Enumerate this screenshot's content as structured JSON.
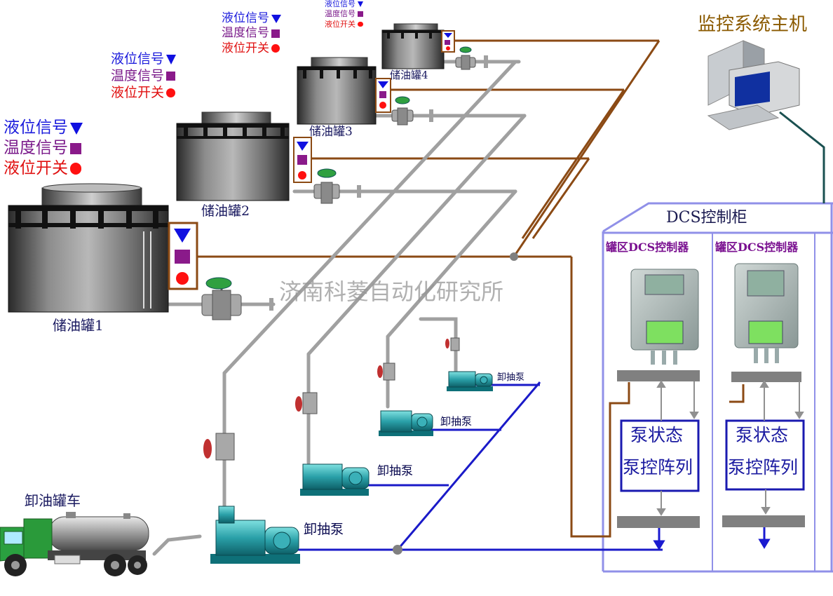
{
  "title_host": "监控系统主机",
  "cabinet_title": "DCS控制柜",
  "controllers": [
    {
      "title": "罐区DCS控制器",
      "box_line1": "泵状态",
      "box_line2": "泵控阵列"
    },
    {
      "title": "罐区DCS控制器",
      "box_line1": "泵状态",
      "box_line2": "泵控阵列"
    }
  ],
  "tanks": [
    {
      "label": "储油罐1"
    },
    {
      "label": "储油罐2"
    },
    {
      "label": "储油罐3"
    },
    {
      "label": "储油罐4"
    }
  ],
  "legend": {
    "level_signal": "液位信号",
    "temp_signal": "温度信号",
    "level_switch": "液位开关"
  },
  "pumps": [
    "卸抽泵",
    "卸抽泵",
    "卸抽泵",
    "卸抽泵"
  ],
  "truck_label": "卸油罐车",
  "watermark": "济南科菱自动化研究所",
  "colors": {
    "level": "#1010e0",
    "temp": "#8a1a8a",
    "switch": "#ff1010",
    "signal_line": "#8b4a14",
    "control_line": "#1a1ac8",
    "pipe": "#a0a0a0"
  }
}
